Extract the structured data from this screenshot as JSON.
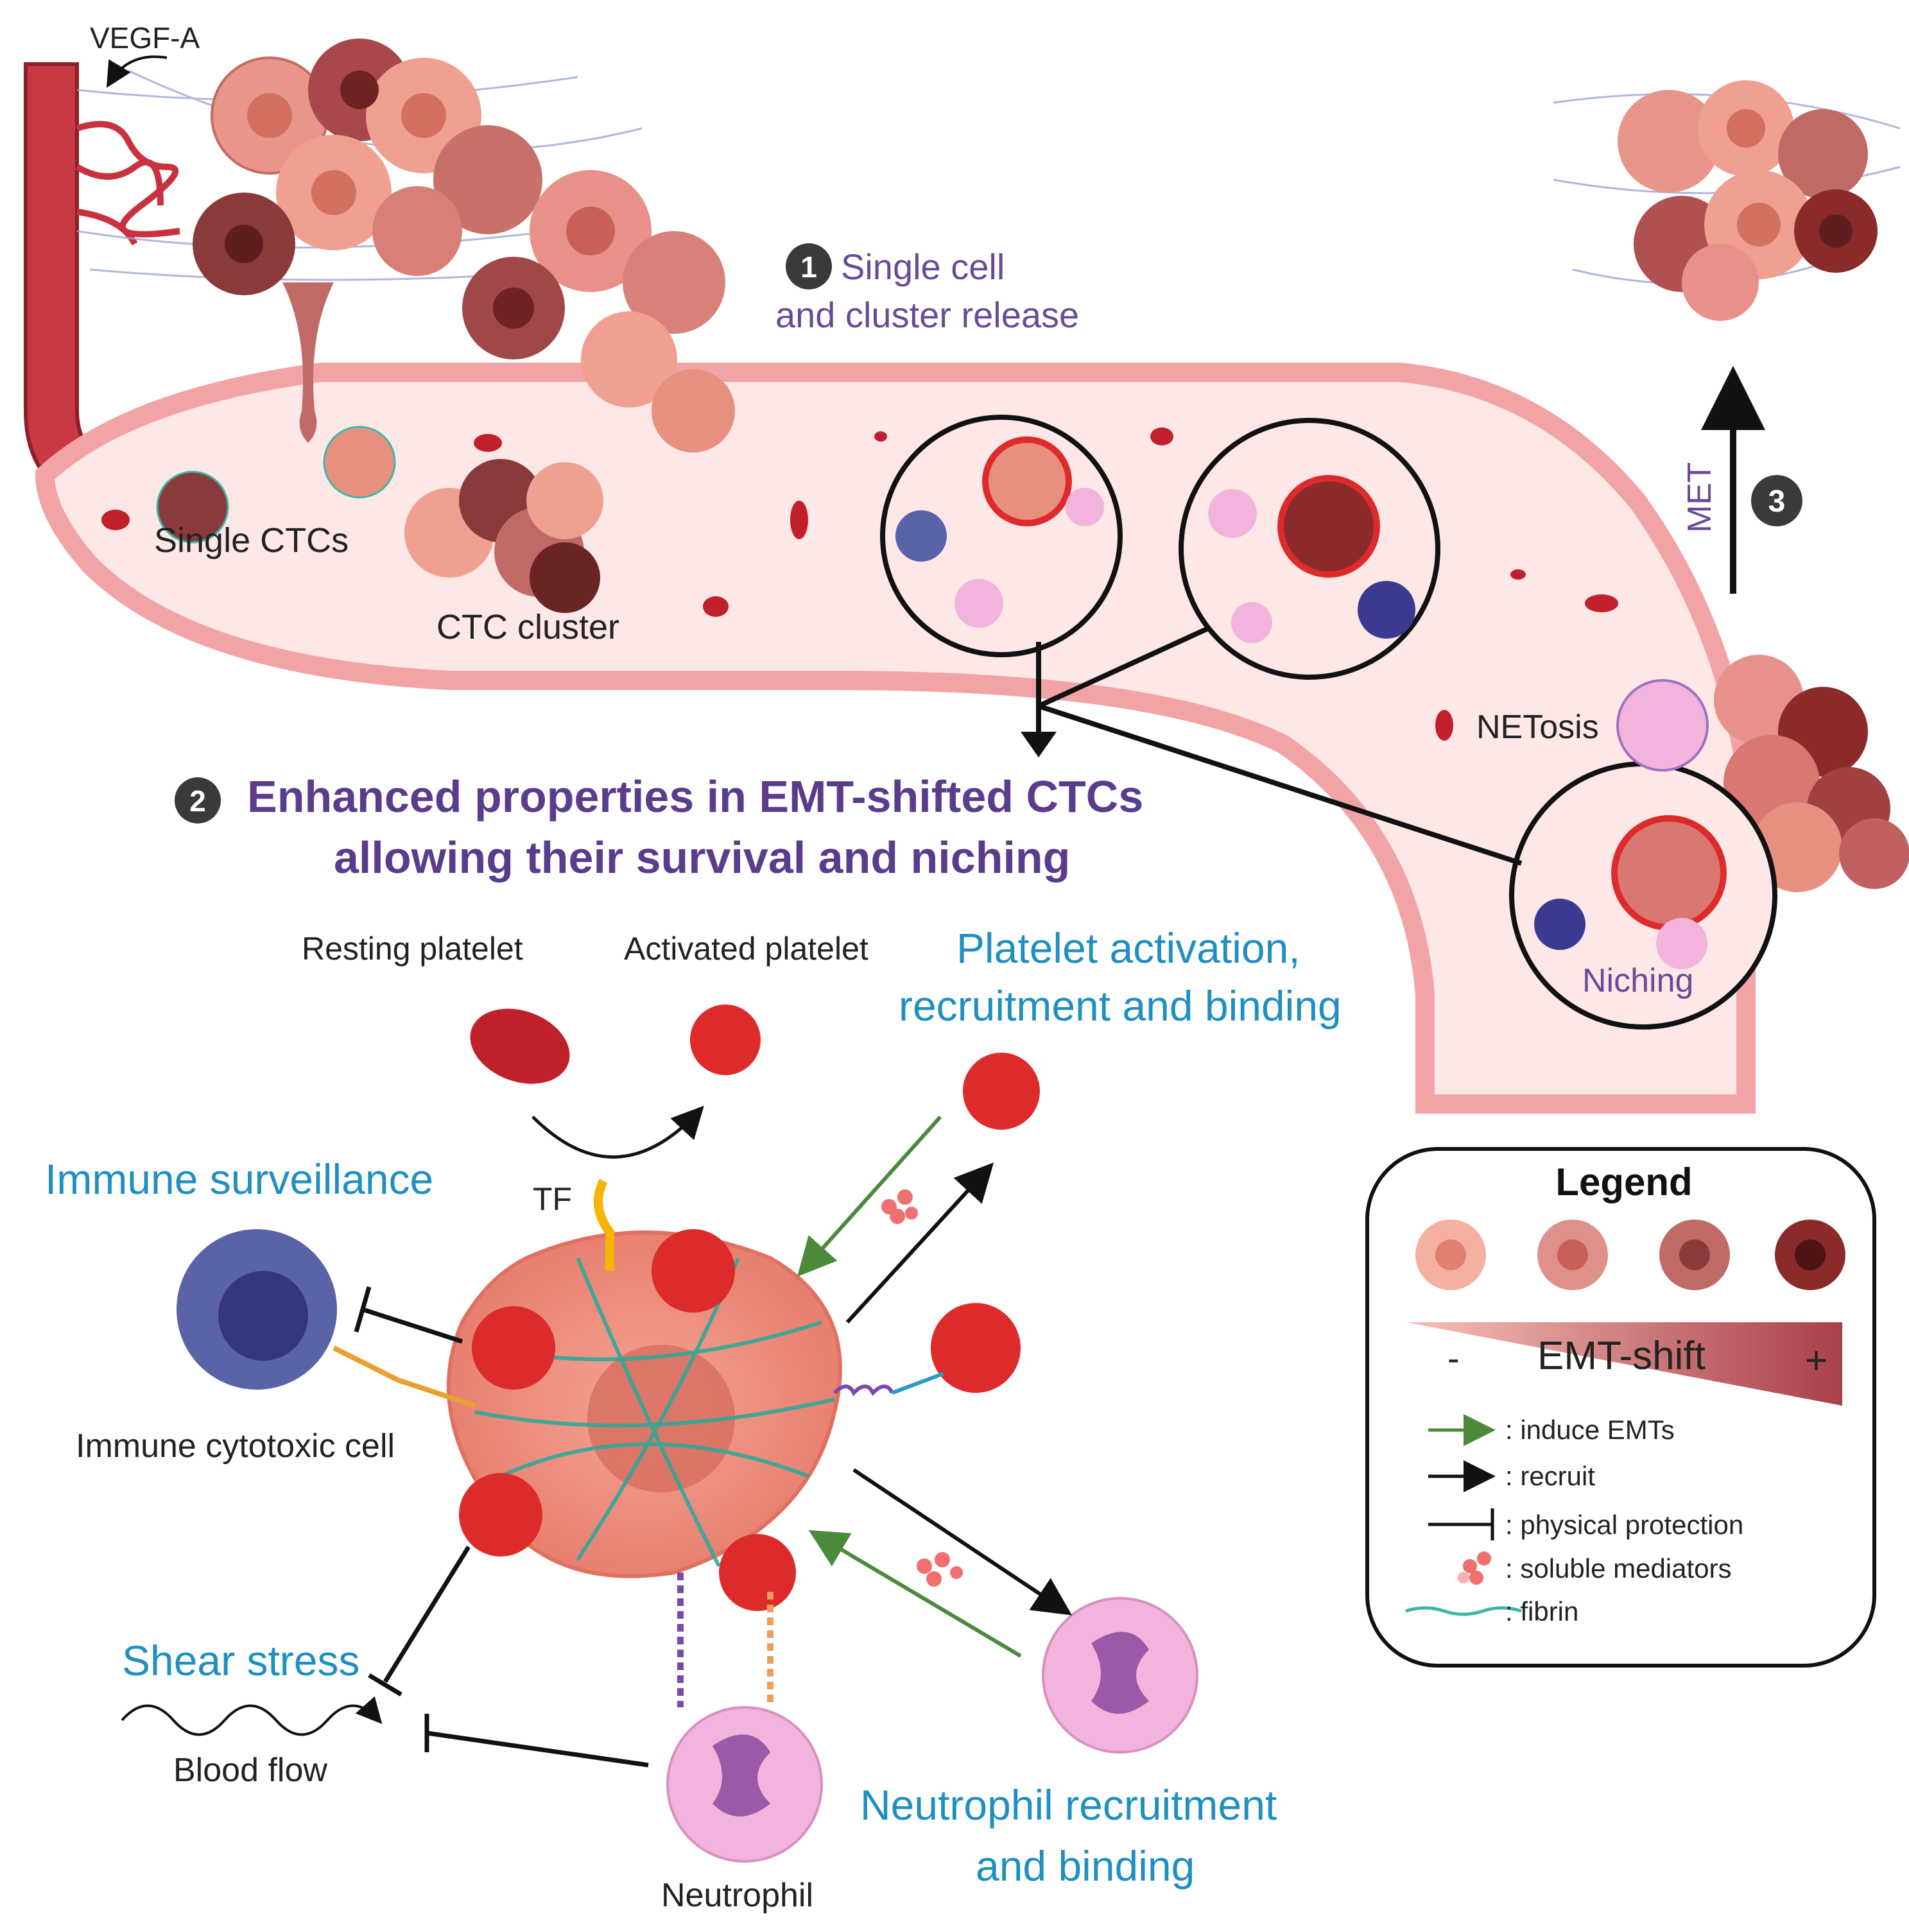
{
  "labels": {
    "vegf": "VEGF-A",
    "step1_line1": "Single cell",
    "step1_line2": "and cluster release",
    "step1_num": "1",
    "single_ctcs": "Single CTCs",
    "ctc_cluster": "CTC cluster",
    "met": "MET",
    "step3_num": "3",
    "netosis": "NETosis",
    "niching": "Niching",
    "step2_num": "2",
    "step2_title_line1": "Enhanced properties in EMT-shifted CTCs",
    "step2_title_line2": "allowing their survival and niching",
    "resting_platelet": "Resting platelet",
    "activated_platelet": "Activated platelet",
    "platelet_activation_line1": "Platelet activation,",
    "platelet_activation_line2": "recruitment and binding",
    "immune_surveillance": "Immune surveillance",
    "tf": "TF",
    "immune_cytotoxic_cell": "Immune cytotoxic cell",
    "shear_stress": "Shear stress",
    "blood_flow": "Blood flow",
    "neutrophil": "Neutrophil",
    "neutrophil_recruitment_line1": "Neutrophil recruitment",
    "neutrophil_recruitment_line2": "and binding"
  },
  "legend": {
    "title": "Legend",
    "emt_label": "EMT-shift",
    "minus": "-",
    "plus": "+",
    "items": [
      {
        "symbol": "green-arrow",
        "text": ": induce EMTs"
      },
      {
        "symbol": "black-arrow",
        "text": ": recruit"
      },
      {
        "symbol": "inhibition-bar",
        "text": ": physical protection"
      },
      {
        "symbol": "dots",
        "text": ": soluble mediators"
      },
      {
        "symbol": "fibrin-line",
        "text": ": fibrin"
      }
    ]
  },
  "colors": {
    "vessel_fill": "#fde7e7",
    "vessel_wall": "#f2a3a6",
    "blood_red": "#c0202a",
    "tumor_light": "#f0a090",
    "tumor_dark": "#8a2a2a",
    "platelet_red": "#dd2a2a",
    "immune_blue": "#5a62a8",
    "neutrophil_pink": "#f2b3dd",
    "fibrin_teal": "#3bb7a6",
    "label_blue": "#1f8fc0",
    "label_purple": "#5b3c8c",
    "induce_green": "#4a8a3a"
  }
}
